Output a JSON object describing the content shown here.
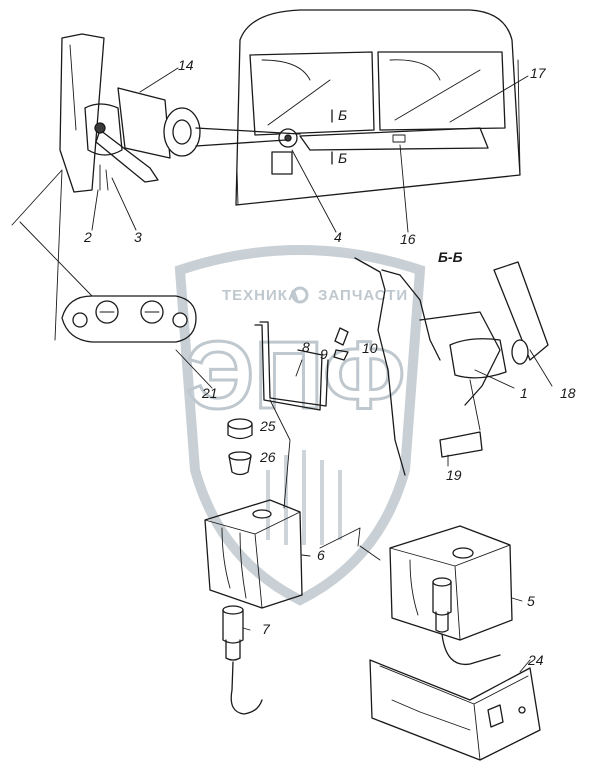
{
  "watermark": {
    "line1": "ТЕХНИКА",
    "line2": "ЗАПЧАСТИ",
    "emblem": "ЭПФ",
    "color": "#b9c3c9"
  },
  "section_label": "Б-Б",
  "section_markers": [
    "Б",
    "Б"
  ],
  "callouts": [
    "1",
    "2",
    "3",
    "4",
    "5",
    "6",
    "7",
    "8",
    "9",
    "10",
    "14",
    "16",
    "17",
    "18",
    "19",
    "21",
    "24",
    "25",
    "26"
  ]
}
